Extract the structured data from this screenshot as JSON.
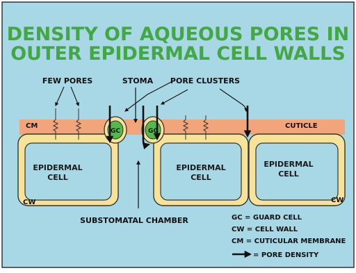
{
  "title": {
    "line1": "DENSITY OF AQUEOUS PORES IN",
    "line2": "OUTER EPIDERMAL CELL WALLS"
  },
  "labels": {
    "few_pores": "FEW PORES",
    "stoma": "STOMA",
    "pore_clusters": "PORE CLUSTERS",
    "cm": "CM",
    "cuticle": "CUTICLE",
    "cw_left": "CW",
    "cw_right": "CW",
    "substomatal_chamber": "SUBSTOMATAL CHAMBER"
  },
  "cells": [
    {
      "line1": "EPIDERMAL",
      "line2": "CELL"
    },
    {
      "line1": "EPIDERMAL",
      "line2": "CELL"
    },
    {
      "line1": "EPIDERMAL",
      "line2": "CELL"
    }
  ],
  "guard_cells": [
    "GC",
    "GC"
  ],
  "legend": {
    "gc": "GC = GUARD CELL",
    "cw": "CW = CELL WALL",
    "cm": "CM = CUTICULAR MEMBRANE",
    "arrow": "= PORE DENSITY"
  },
  "colors": {
    "background": "#a8d7e6",
    "title": "#43a843",
    "cuticle": "#f2a57a",
    "cell_wall": "#f7e29a",
    "cell_fill": "#a8d7e6",
    "guard_cell": "#55b84a"
  }
}
